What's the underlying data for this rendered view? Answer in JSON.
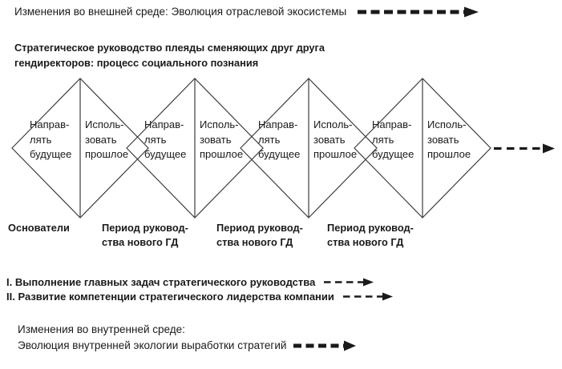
{
  "colors": {
    "text": "#1a1a1a",
    "diagram_line": "#3d3d3d",
    "arrow": "#1a1a1a",
    "background": "#ffffff"
  },
  "top": {
    "title": "Изменения во внешней среде: Эволюция отраслевой экосистемы"
  },
  "subtitle": "Стратегическое руководство плеяды сменяющих друг друга\nгендиректоров: процесс социального познания",
  "diamonds": {
    "count": 4,
    "left_label": "Направ-\nлять\nбудущее",
    "right_label": "Исполь-\nзовать\nпрошлое"
  },
  "timeline_labels": [
    {
      "text": "Основатели"
    },
    {
      "text": "Период руковод-\nства нового ГД"
    },
    {
      "text": "Период руковод-\nства нового ГД"
    },
    {
      "text": "Период руковод-\nства нового ГД"
    }
  ],
  "tasks": [
    {
      "text": "I. Выполнение главных задач стратегического руководства"
    },
    {
      "text": "II. Развитие компетенции стратегического лидерства компании"
    }
  ],
  "bottom": {
    "line1": "Изменения во внутренней среде:",
    "line2": "Эволюция внутренней экологии выработки стратегий"
  }
}
